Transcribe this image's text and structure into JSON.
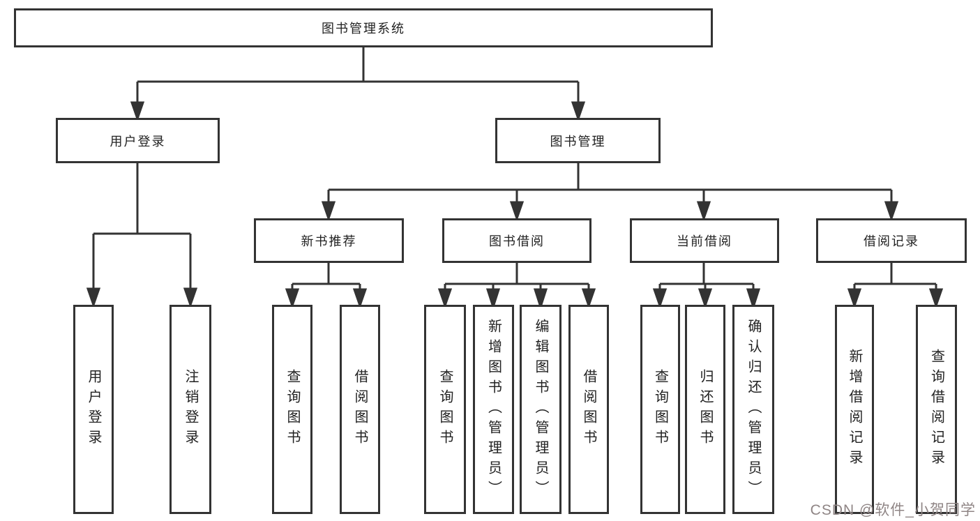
{
  "tree": {
    "label": "图书管理系统",
    "children": [
      {
        "label": "用户登录",
        "children": [
          {
            "label": "用户登录"
          },
          {
            "label": "注销登录"
          }
        ]
      },
      {
        "label": "图书管理",
        "children": [
          {
            "label": "新书推荐",
            "children": [
              {
                "label": "查询图书"
              },
              {
                "label": "借阅图书"
              }
            ]
          },
          {
            "label": "图书借阅",
            "children": [
              {
                "label": "查询图书"
              },
              {
                "label": "新增图书（管理员）"
              },
              {
                "label": "编辑图书（管理员）"
              },
              {
                "label": "借阅图书"
              }
            ]
          },
          {
            "label": "当前借阅",
            "children": [
              {
                "label": "查询图书"
              },
              {
                "label": "归还图书"
              },
              {
                "label": "确认归还（管理员）"
              }
            ]
          },
          {
            "label": "借阅记录",
            "children": [
              {
                "label": "新增借阅记录"
              },
              {
                "label": "查询借阅记录"
              }
            ]
          }
        ]
      }
    ]
  },
  "watermark": {
    "text": "CSDN @软件_小贺同学"
  },
  "colors": {
    "line": "#333333",
    "box_border": "#333333",
    "text": "#222222",
    "background": "#ffffff",
    "watermark": "#8f8585"
  }
}
